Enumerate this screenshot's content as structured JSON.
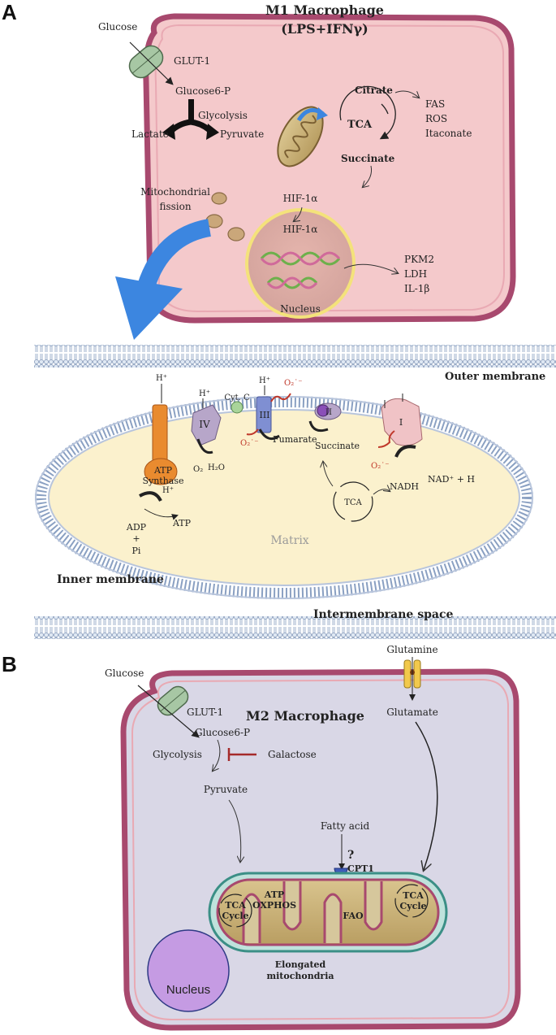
{
  "panel_a": {
    "letter": "A",
    "title_line1": "M1 Macrophage",
    "title_line2": "(LPS+IFNγ)",
    "glucose": "Glucose",
    "glut1": "GLUT-1",
    "glucose6p": "Glucose6-P",
    "glycolysis": "Glycolysis",
    "lactate": "Lactate",
    "pyruvate": "Pyruvate",
    "citrate": "Citrate",
    "tca": "TCA",
    "succinate": "Succinate",
    "fas": "FAS",
    "ros": "ROS",
    "itaconate": "Itaconate",
    "mito_fission_1": "Mitochondrial",
    "mito_fission_2": "fission",
    "hif_cyto": "HIF-1α",
    "hif_nucleus": "HIF-1α",
    "pkm2": "PKM2",
    "ldh": "LDH",
    "il1b": "IL-1β",
    "nucleus": "Nucleus"
  },
  "mito_a": {
    "outer_membrane": "Outer membrane",
    "inner_membrane": "Inner membrane",
    "intermembrane_space": "Intermembrane space",
    "matrix": "Matrix",
    "h_plus": "H⁺",
    "atp_synthase_1": "ATP",
    "atp_synthase_2": "Synthase",
    "complex_iv": "IV",
    "complex_iii": "III",
    "complex_ii": "II",
    "complex_i": "I",
    "cyt_c": "Cyt. C",
    "o2": "O₂",
    "h2o": "H₂O",
    "o2_radical": "O₂˙⁻",
    "fumarate": "Fumarate",
    "succinate": "Succinate",
    "tca": "TCA",
    "nadh": "NADH",
    "nad": "NAD⁺ + H",
    "adp": "ADP",
    "plus": "+",
    "pi": "Pi",
    "atp": "ATP"
  },
  "panel_b": {
    "letter": "B",
    "title": "M2 Macrophage",
    "glucose": "Glucose",
    "glut1": "GLUT-1",
    "glucose6p": "Glucose6-P",
    "glycolysis": "Glycolysis",
    "galactose": "Galactose",
    "pyruvate": "Pyruvate",
    "glutamine": "Glutamine",
    "glutamate": "Glutamate",
    "fatty_acid": "Fatty acid",
    "question": "?",
    "cpt1": "CPT1",
    "tca_cycle_1": "TCA",
    "tca_cycle_2": "Cycle",
    "atp": "ATP",
    "oxphos": "OXPHOS",
    "fao": "FAO",
    "tca_cycle_right_1": "TCA",
    "tca_cycle_right_2": "Cycle",
    "elongated_1": "Elongated",
    "elongated_2": "mitochondria",
    "nucleus": "Nucleus"
  },
  "colors": {
    "m1_cytoplasm": "#f4c9cb",
    "m1_membrane": "#a8496e",
    "m2_cytoplasm": "#d9d7e6",
    "m2_membrane": "#a8496e",
    "matrix": "#fbf1cd",
    "arrow_blue": "#3c86e0",
    "radical_red": "#c0392b",
    "inhibit_red": "#a52a2a",
    "nucleus_m2": "#c59be3"
  }
}
